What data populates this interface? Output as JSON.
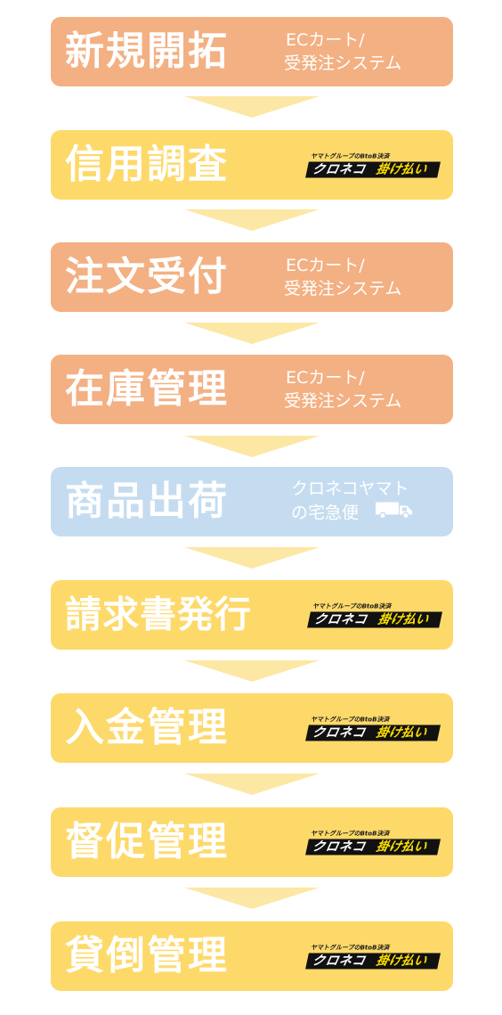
{
  "steps": [
    {
      "title": "新規開拓",
      "kind": "system",
      "sub1": "ECカート/",
      "sub2": "受発注システム"
    },
    {
      "title": "信用調査",
      "kind": "logo"
    },
    {
      "title": "注文受付",
      "kind": "system",
      "sub1": "ECカート/",
      "sub2": "受発注システム"
    },
    {
      "title": "在庫管理",
      "kind": "system",
      "sub1": "ECカート/",
      "sub2": "受発注システム"
    },
    {
      "title": "商品出荷",
      "kind": "delivery",
      "sub1": "クロネコヤマト",
      "sub2": "の宅急便"
    },
    {
      "title": "請求書発行",
      "kind": "logo"
    },
    {
      "title": "入金管理",
      "kind": "logo"
    },
    {
      "title": "督促管理",
      "kind": "logo"
    },
    {
      "title": "貸倒管理",
      "kind": "logo"
    }
  ],
  "logo": {
    "tagline": "ヤマトグループのBtoB決済",
    "brand": "クロネコ",
    "product": "掛け払い"
  },
  "colors": {
    "orange": "#f3b083",
    "yellow": "#fdd96a",
    "blue": "#c5dcf0",
    "arrow": "#fde7a4"
  },
  "icons": {
    "delivery": "truck-icon",
    "connector": "down-arrow"
  }
}
